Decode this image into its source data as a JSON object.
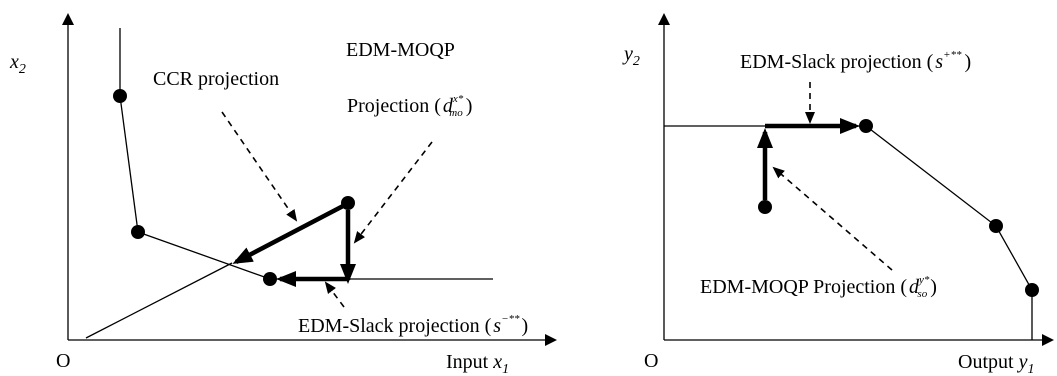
{
  "left_panel": {
    "origin_label": "O",
    "y_axis_label": "x",
    "y_axis_sub": "2",
    "x_axis_label_prefix": "Input ",
    "x_axis_var": "x",
    "x_axis_sub": "1",
    "edm_moqp_title": "EDM-MOQP",
    "projection_prefix": "Projection (",
    "projection_sym": "d",
    "projection_sup": "x*",
    "projection_sub": "mo",
    "projection_suffix": ")",
    "ccr_label": "CCR projection",
    "slack_prefix": "EDM-Slack projection (",
    "slack_sym": "s",
    "slack_sup": "−**",
    "slack_suffix": ")"
  },
  "right_panel": {
    "origin_label": "O",
    "y_axis_label": "y",
    "y_axis_sub": "2",
    "x_axis_label_prefix": "Output ",
    "x_axis_var": "y",
    "x_axis_sub": "1",
    "slack_prefix": "EDM-Slack projection (",
    "slack_sym": "s",
    "slack_sup": "+**",
    "slack_suffix": ")",
    "moqp_prefix": "EDM-MOQP Projection (",
    "moqp_sym": "d",
    "moqp_sup": "y*",
    "moqp_sub": "so",
    "moqp_suffix": ")"
  }
}
